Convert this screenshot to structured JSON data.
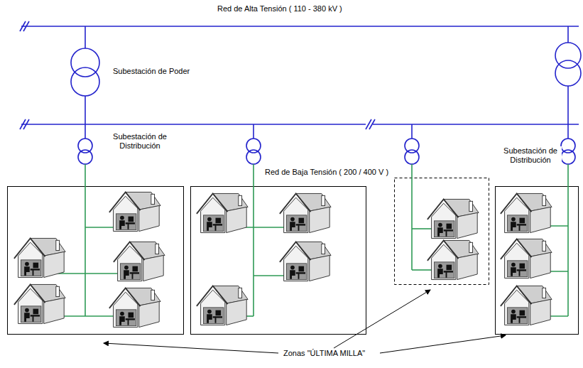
{
  "diagram": {
    "labels": [
      "Red de Alta Tensión ( 110 - 380 kV )",
      "Subestación de Poder",
      "Subestación de Distribución",
      "Red de Baja Tensión ( 200 / 400 V )",
      "Subestación de Distribución",
      "Zonas \"ÚLTIMA MILLA\""
    ]
  }
}
